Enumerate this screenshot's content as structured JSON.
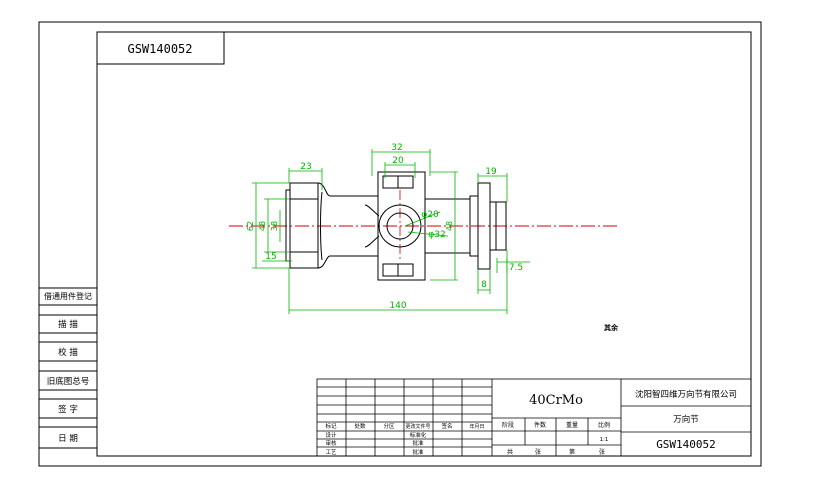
{
  "drawing_number": "GSW140052",
  "side_table": [
    "借通用件登记",
    "描 描",
    "校 描",
    "旧底图总号",
    "签 字",
    "日 期"
  ],
  "dimensions": {
    "d32": "32",
    "d20": "20",
    "d23": "23",
    "d19": "19",
    "phi20": "φ20",
    "phi32": "φ32",
    "d140": "140",
    "d15": "15",
    "d75": "7.5",
    "d8": "8",
    "d48": "48",
    "dleft1": "62",
    "dleft2": "48",
    "dleft3": "38"
  },
  "roughness_mark": "其余",
  "title_block": {
    "material": "40CrMo",
    "company": "沈阳智四维万向节有限公司",
    "part_name": "万向节",
    "number": "GSW140052",
    "scale_value": "1:1",
    "col_headers": [
      "阶段",
      "件数",
      "重量",
      "比例"
    ],
    "bottom_labels": [
      "共",
      "张",
      "第",
      "张"
    ],
    "rev_headers": [
      "标记",
      "处数",
      "分区",
      "更改文件号",
      "签名",
      "年月日"
    ],
    "rows_left": [
      "设计",
      "审核",
      "工艺"
    ],
    "rows_mid": [
      "标准化",
      "批准",
      "批准"
    ]
  }
}
